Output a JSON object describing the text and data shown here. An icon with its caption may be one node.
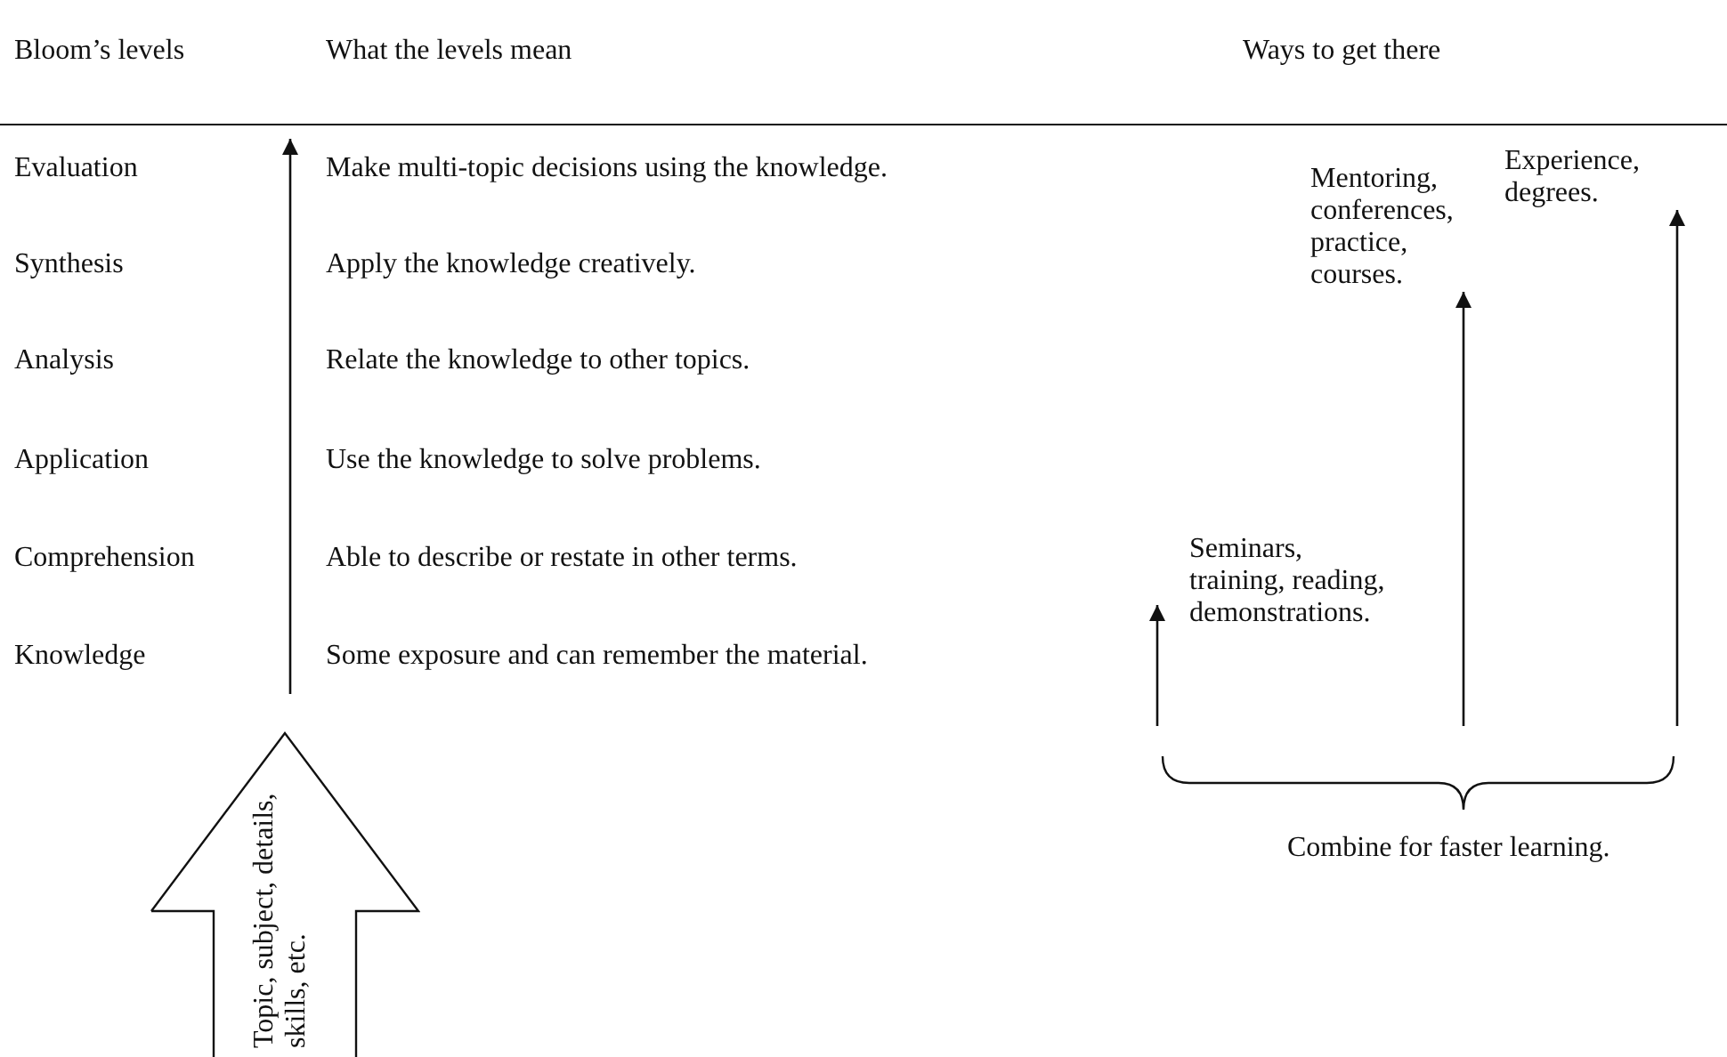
{
  "diagram": {
    "nodes": [
      {
        "text": [
          "Topic, subject, details, skills, etc."
        ]
      },
      {
        "text": [
          "Seminars, training, reading, demonstrations."
        ]
      },
      {
        "text": [
          "Mentoring, conferences, practice, courses."
        ]
      },
      {
        "text": [
          "Experience, degrees."
        ]
      }
    ],
    "edges": [
      {
        "from": null,
        "to": 1,
        "arrow": "to"
      },
      {
        "from": null,
        "to": 2,
        "arrow": "to"
      },
      {
        "from": null,
        "to": 3,
        "arrow": "to"
      }
    ],
    "labels": [
      "Bloom’s levels",
      "What the levels mean",
      "Ways to get there",
      "Evaluation",
      "Make multi-topic decisions using the knowledge.",
      "Synthesis",
      "Apply the knowledge creatively.",
      "Analysis",
      "Relate the knowledge to other topics.",
      "Application",
      "Use the knowledge to solve problems.",
      "Comprehension",
      "Able to describe or restate in other terms.",
      "Knowledge",
      "Some exposure and can remember the material.",
      "Combine for faster learning."
    ]
  }
}
